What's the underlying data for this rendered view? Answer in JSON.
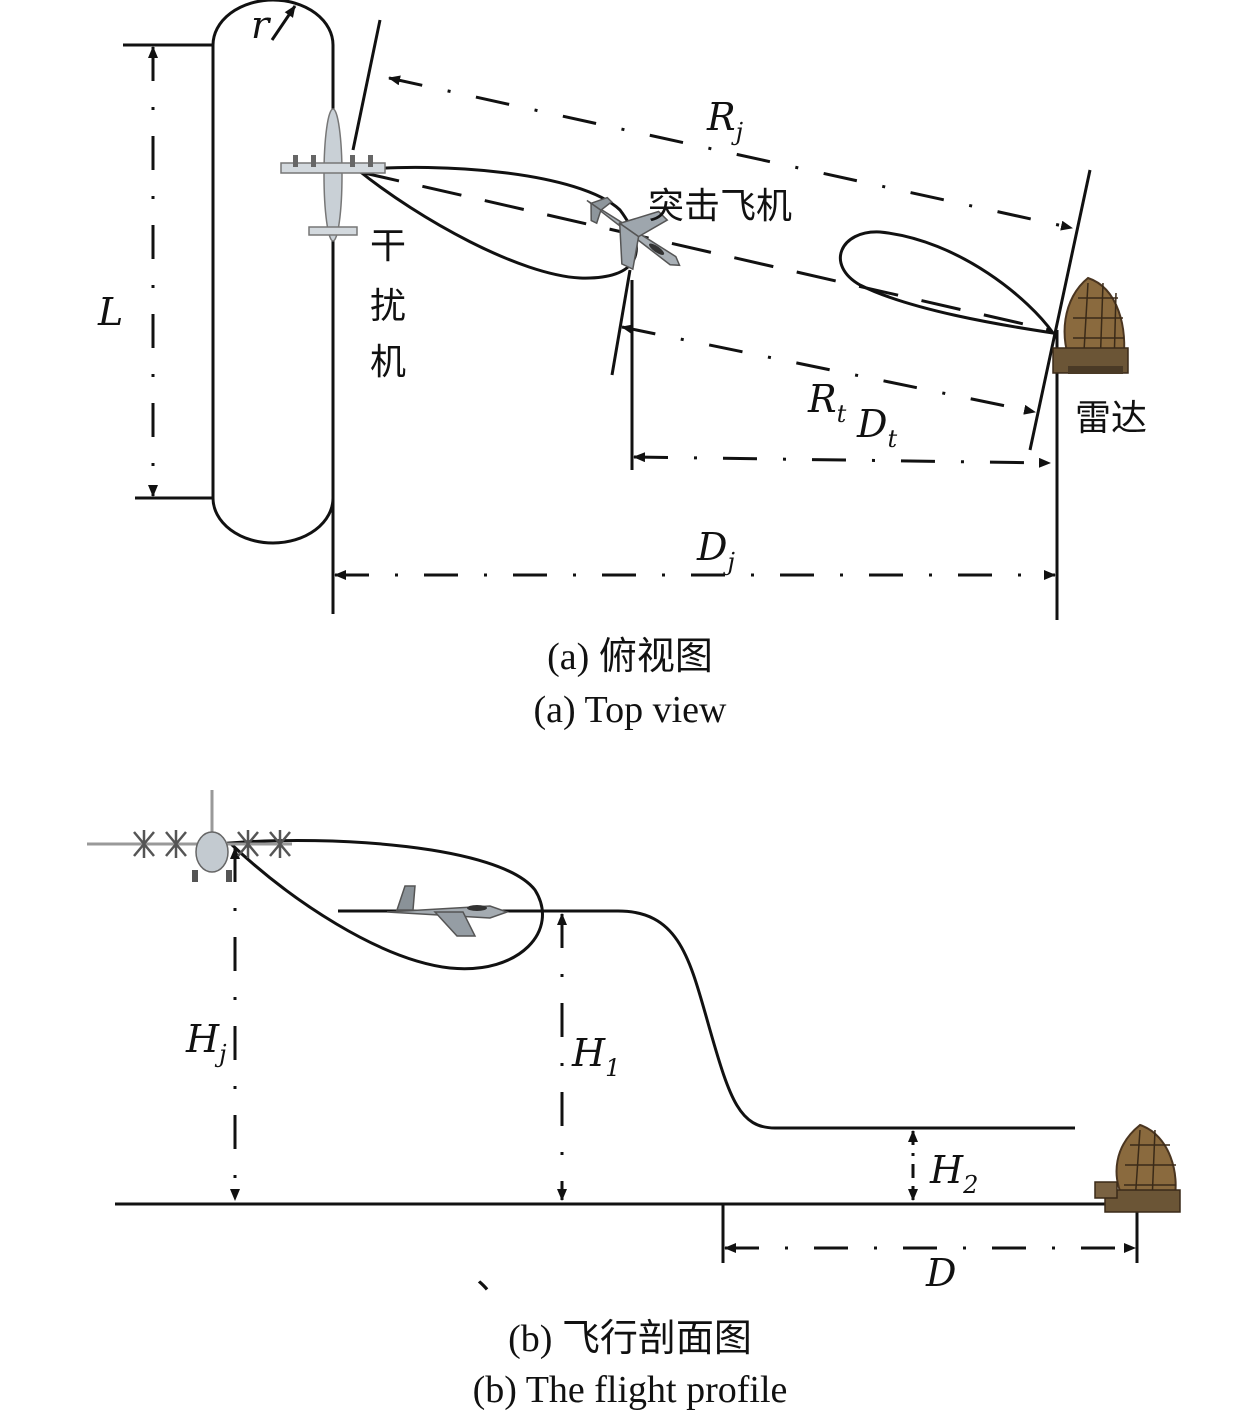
{
  "top_view": {
    "labels": {
      "r": "r",
      "L": "L",
      "Rj_main": "R",
      "Rj_sub": "j",
      "Rt_main": "R",
      "Rt_sub": "t",
      "Dt_main": "D",
      "Dt_sub": "t",
      "Dj_main": "D",
      "Dj_sub": "j",
      "attack_aircraft": "突击飞机",
      "jammer_1": "干",
      "jammer_2": "扰",
      "jammer_3": "机",
      "radar": "雷达"
    },
    "caption_cn": "(a) 俯视图",
    "caption_en": "(a) Top view"
  },
  "profile_view": {
    "labels": {
      "Hj_main": "H",
      "Hj_sub": "j",
      "H1_main": "H",
      "H1_sub": "1",
      "H2_main": "H",
      "H2_sub": "2",
      "D": "D",
      "stray_mark": "、"
    },
    "caption_cn": "(b) 飞行剖面图",
    "caption_en": "(b) The flight profile"
  }
}
